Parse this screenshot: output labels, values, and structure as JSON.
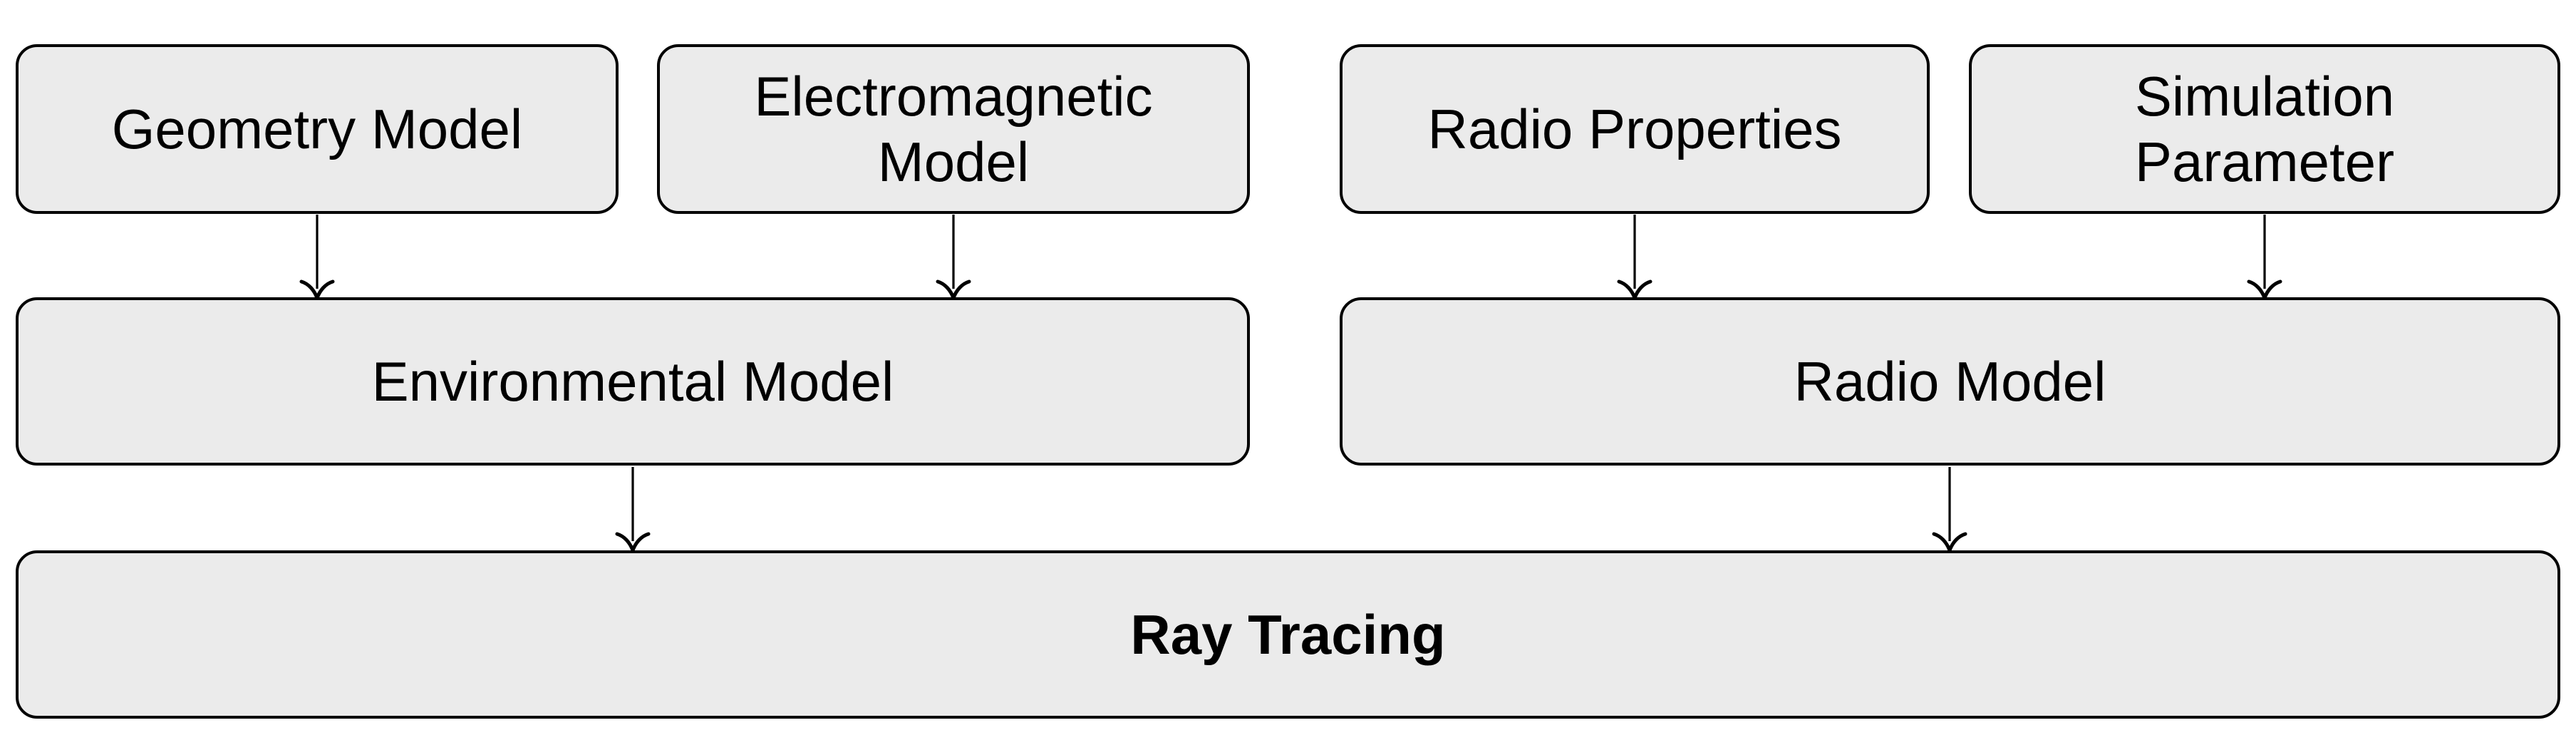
{
  "diagram": {
    "type": "flowchart",
    "colors": {
      "background": "#ffffff",
      "box_fill": "#ebebeb",
      "box_border": "#000000",
      "text": "#000000",
      "arrow": "#000000"
    },
    "nodes": {
      "geometry_model": {
        "label": "Geometry Model",
        "row": "inputs"
      },
      "electromagnetic_model": {
        "label": "Electromagnetic Model",
        "row": "inputs"
      },
      "radio_properties": {
        "label": "Radio Properties",
        "row": "inputs"
      },
      "simulation_parameter": {
        "label": "Simulation Parameter",
        "row": "inputs"
      },
      "environmental_model": {
        "label": "Environmental Model",
        "row": "intermediate"
      },
      "radio_model": {
        "label": "Radio Model",
        "row": "intermediate"
      },
      "ray_tracing": {
        "label": "Ray Tracing",
        "row": "output",
        "bold": true
      }
    },
    "edges": [
      {
        "from": "Geometry Model",
        "to": "Environmental Model"
      },
      {
        "from": "Electromagnetic Model",
        "to": "Environmental Model"
      },
      {
        "from": "Radio Properties",
        "to": "Radio Model"
      },
      {
        "from": "Simulation Parameter",
        "to": "Radio Model"
      },
      {
        "from": "Environmental Model",
        "to": "Ray Tracing"
      },
      {
        "from": "Radio Model",
        "to": "Ray Tracing"
      }
    ]
  }
}
